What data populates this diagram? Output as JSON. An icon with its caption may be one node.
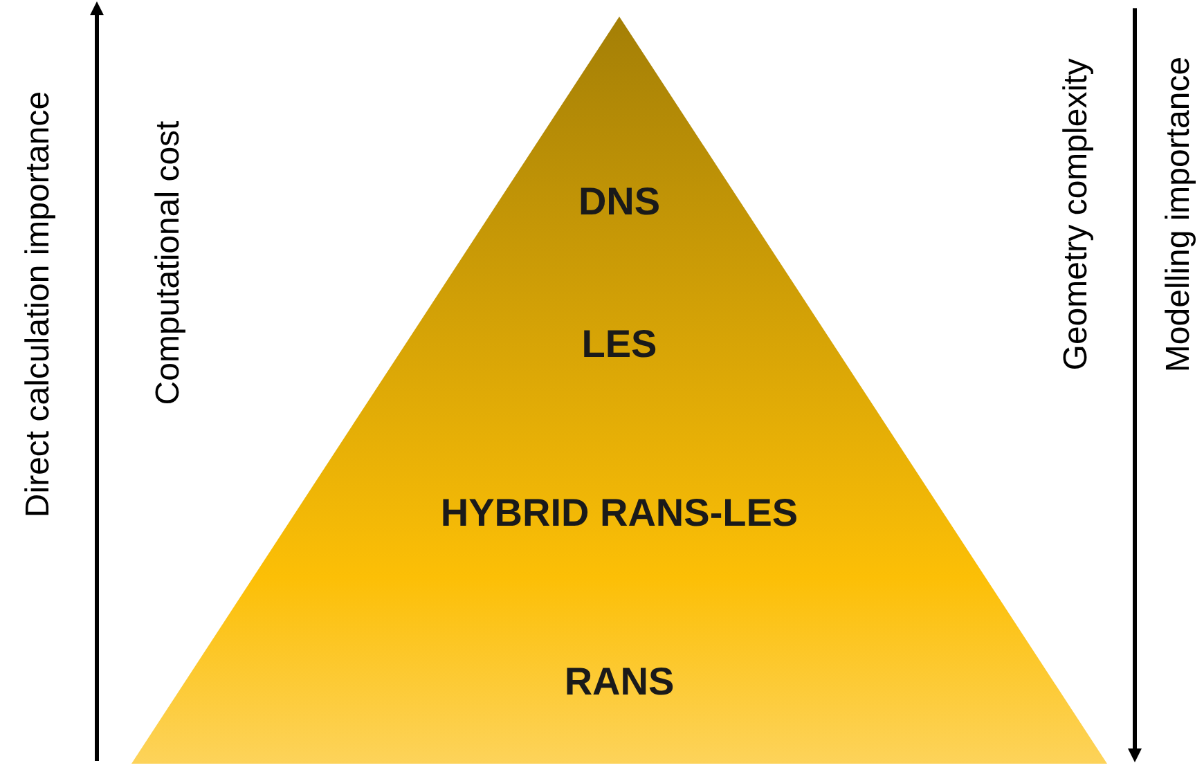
{
  "diagram": {
    "nodes": [
      {
        "text": [
          "DNS",
          "LES",
          "HYBRID RANS-LES",
          "RANS"
        ]
      }
    ],
    "labels": [
      "Direct calculation importance",
      "Computational cost",
      "Geometry complexity",
      "Modelling importance"
    ]
  }
}
